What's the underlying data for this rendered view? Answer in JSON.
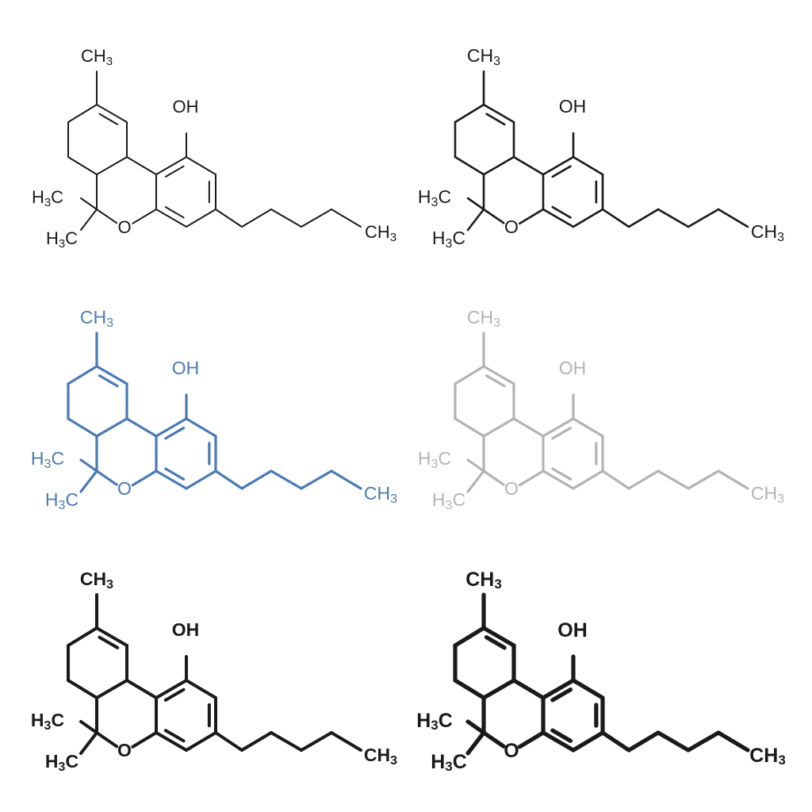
{
  "molecule": {
    "atoms": {
      "methyl_top": "CH3",
      "hydroxyl": "OH",
      "gem_methyl_upper": "H3C",
      "gem_methyl_lower": "H3C",
      "ring_oxygen": "O",
      "pentyl_terminal": "CH3"
    }
  },
  "variants": [
    {
      "id": "thin-black",
      "color": "#1a1a1a",
      "weight": "thin"
    },
    {
      "id": "thin-black-2",
      "color": "#1a1a1a",
      "weight": "thin-medium"
    },
    {
      "id": "blue",
      "color": "#4a7ab5",
      "weight": "medium"
    },
    {
      "id": "gray",
      "color": "#b3b3b3",
      "weight": "medium"
    },
    {
      "id": "medium-black",
      "color": "#1a1a1a",
      "weight": "bold"
    },
    {
      "id": "bold-black",
      "color": "#1a1a1a",
      "weight": "extra-bold"
    }
  ]
}
